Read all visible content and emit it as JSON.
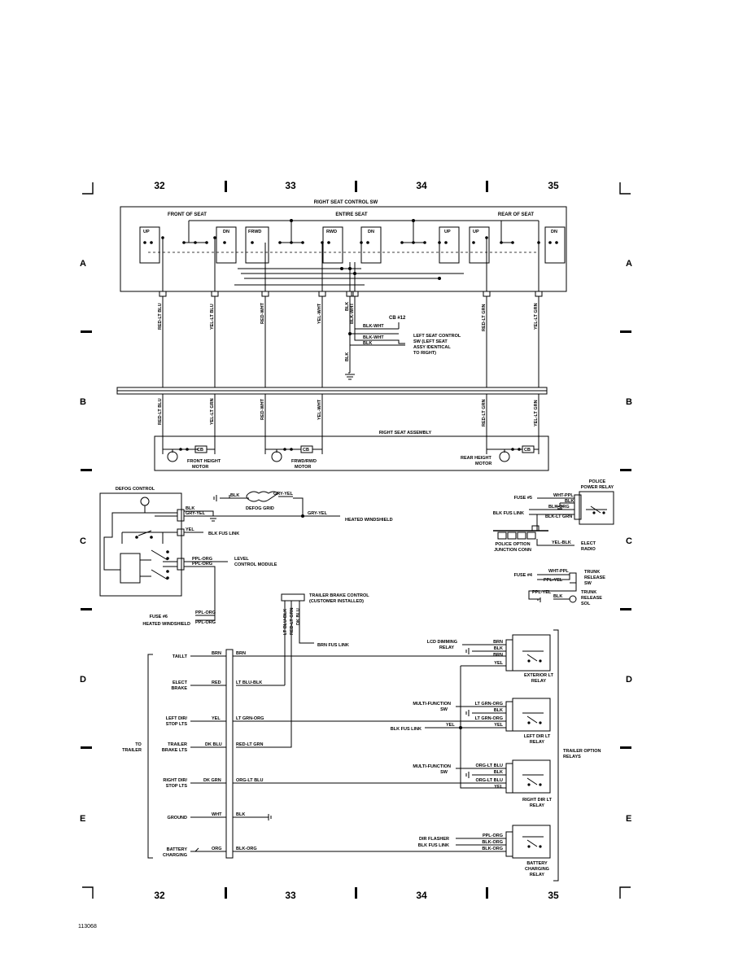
{
  "columns": [
    "32",
    "33",
    "34",
    "35"
  ],
  "rows": [
    "A",
    "B",
    "C",
    "D",
    "E"
  ],
  "figure_id": "113068",
  "seat": {
    "title": "RIGHT SEAT CONTROL SW",
    "front": "FRONT OF SEAT",
    "entire": "ENTIRE SEAT",
    "rear": "REAR OF SEAT",
    "switches": [
      "UP",
      "DN",
      "FRWD",
      "RWD",
      "DN",
      "UP",
      "UP",
      "DN"
    ],
    "wires_top": [
      "RED-LT BLU",
      "YEL-LT BLU",
      "RED-WHT",
      "YEL-WHT",
      "BLK",
      "BLK-WHT",
      "RED-LT GRN",
      "YEL-LT GRN"
    ],
    "wires_bottom": [
      "RED-LT BLU",
      "YEL-LT GRN",
      "RED-WHT",
      "YEL-WHT",
      "RED-LT GRN",
      "YEL-LT GRN"
    ],
    "blk": "BLK",
    "cb12": "CB #12",
    "left_wires": [
      "BLK-WHT",
      "BLK-WHT",
      "BLK"
    ],
    "left_note": [
      "LEFT SEAT CONTROL",
      "SW (LEFT SEAT",
      "ASSY IDENTICAL",
      "TO RIGHT)"
    ],
    "assembly": "RIGHT SEAT ASSEMBLY",
    "cb": "CB",
    "motors": [
      [
        "FRONT HEIGHT",
        "MOTOR"
      ],
      [
        "FRWD/RWD",
        "MOTOR"
      ],
      [
        "REAR HEIGHT",
        "MOTOR"
      ]
    ]
  },
  "defog": {
    "title": "DEFOG CONTROL",
    "wires": [
      "BLK",
      "GRY-YEL",
      "YEL",
      "PPL-ORG",
      "PPL-ORG"
    ],
    "blk": "BLK",
    "gry_yel": "GRY-YEL",
    "grid": "DEFOG GRID",
    "gry_yel2": "GRY-YEL",
    "heated": "HEATED WINDSHIELD",
    "blk_fus": "BLK FUS LINK",
    "level": [
      "LEVEL",
      "CONTROL MODULE"
    ],
    "fuse6": "FUSE #6",
    "fuse6_wire": "PPL-ORG",
    "heated_ws": "HEATED WINDSHIELD",
    "heated_wire": "PPL-ORG"
  },
  "police": {
    "relay": [
      "POLICE",
      "POWER RELAY"
    ],
    "fuse": "FUSE #5",
    "blkfus": "BLK FUS LINK",
    "wires": [
      "WHT-PPL",
      "BLK",
      "BLK-ORG",
      "BLK-LT GRN"
    ],
    "junction": [
      "POLICE OPTION",
      "JUNCTION CONN"
    ],
    "yel_blk": "YEL-BLK",
    "elect_radio": [
      "ELECT",
      "RADIO"
    ],
    "fuse4": "FUSE #4",
    "trunk_wires": [
      "WHT-PPL",
      "PPL-YEL",
      "PPL-YEL",
      "BLK"
    ],
    "trunk_sw": [
      "TRUNK",
      "RELEASE",
      "SW"
    ],
    "trunk_sol": [
      "TRUNK",
      "RELEASE",
      "SOL"
    ]
  },
  "trailer": {
    "control": [
      "TRAILER BRAKE CONTROL",
      "(CUSTOMER INSTALLED)"
    ],
    "ctrl_wires": [
      "LT BLU-BLK",
      "RED-LT GRN",
      "DK BLU"
    ],
    "brn_fus": "BRN FUS LINK",
    "to_trailer": [
      "TO",
      "TRAILER"
    ],
    "rows": [
      {
        "label": [
          "TAILLT"
        ],
        "left": "BRN",
        "right": "BRN"
      },
      {
        "label": [
          "ELECT",
          "BRAKE"
        ],
        "left": "RED",
        "right": "LT BLU-BLK"
      },
      {
        "label": [
          "LEFT DIR/",
          "STOP LTS"
        ],
        "left": "YEL",
        "right": "LT GRN-ORG"
      },
      {
        "label": [
          "TRAILER",
          "BRAKE LTS"
        ],
        "left": "DK BLU",
        "right": "RED-LT GRN"
      },
      {
        "label": [
          "RIGHT DIR/",
          "STOP LTS"
        ],
        "left": "DK GRN",
        "right": "ORG-LT BLU"
      },
      {
        "label": [
          "GROUND"
        ],
        "left": "WHT",
        "right": "BLK"
      },
      {
        "label": [
          "BATTERY",
          "CHARGING"
        ],
        "left": "ORG",
        "right": "BLK-ORG"
      }
    ],
    "relays_label": [
      "TRAILER OPTION",
      "RELAYS"
    ],
    "lcd": [
      "LCD DIMMING",
      "RELAY"
    ],
    "ext_wires": [
      "BRN",
      "BLK",
      "BRN",
      "YEL"
    ],
    "ext_relay": [
      "EXTERIOR LT",
      "RELAY"
    ],
    "mf1": [
      "MULTI-FUNCTION",
      "SW"
    ],
    "left_wires": [
      "LT GRN-ORG",
      "BLK",
      "LT GRN-ORG",
      "YEL"
    ],
    "blk_fus": "BLK FUS LINK",
    "yel": "YEL",
    "left_relay": [
      "LEFT DIR LT",
      "RELAY"
    ],
    "mf2": [
      "MULTI-FUNCTION",
      "SW"
    ],
    "right_wires": [
      "ORG-LT BLU",
      "BLK",
      "ORG-LT BLU",
      "YEL"
    ],
    "right_relay": [
      "RIGHT DIR LT",
      "RELAY"
    ],
    "dir_flasher": "DIR FLASHER",
    "blk_fus2": "BLK FUS LINK",
    "batt_wires": [
      "PPL-ORG",
      "BLK-ORG",
      "BLK-ORG"
    ],
    "batt_relay": [
      "BATTERY",
      "CHARGING",
      "RELAY"
    ]
  }
}
